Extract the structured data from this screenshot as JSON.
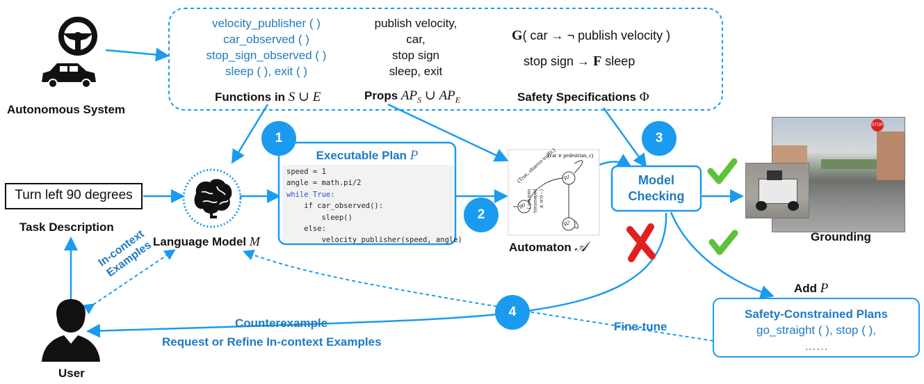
{
  "functions": {
    "items": [
      "velocity_publisher ( )",
      "car_observed ( )",
      "stop_sign_observed ( )",
      "sleep ( ), exit ( )"
    ],
    "caption_text": "Functions in",
    "caption_math": "S ∪ E"
  },
  "props": {
    "items": [
      "publish velocity,",
      "car,",
      "stop sign",
      "sleep, exit"
    ],
    "caption_text": "Props",
    "caption_math_ap": "AP",
    "caption_sub_s": "S",
    "caption_union": " ∪ ",
    "caption_sub_e": "E"
  },
  "safety": {
    "line1_op": "G",
    "line1_text": "( car  → ¬ publish velocity )",
    "line2_text": "stop sign  →",
    "line2_op": "F",
    "line2_tail": "sleep",
    "caption_text": "Safety Specifications",
    "caption_math": "Φ"
  },
  "autonomous_system": {
    "label": "Autonomous System"
  },
  "task": {
    "box_text": "Turn left 90 degrees",
    "label": "Task Description"
  },
  "language_model": {
    "label": "Language Model",
    "math": "M"
  },
  "plan": {
    "title": "Executable Plan",
    "math": "P",
    "code": [
      "speed = 1",
      "angle = math.pi/2",
      "while True:",
      "    if car_observed():",
      "        sleep()",
      "    else:",
      "        velocity_publisher(speed, angle)"
    ]
  },
  "automaton": {
    "label": "Automaton",
    "math": "𝒜",
    "state_q0": "q0",
    "state_q1": "q1",
    "state_q2": "q2",
    "edge_q0_q1": "(True, observe traffic)",
    "edge_q1_self": "(car ∨ pedestrian, ε)",
    "edge_q1_q2_a": "(¬ (car ∨",
    "edge_q1_q2_b": "pedestrian),",
    "edge_q1_q2_c": "turn left )"
  },
  "model_checking": {
    "line1": "Model",
    "line2": "Checking"
  },
  "grounding": {
    "label": "Grounding",
    "sign_text": "STOP"
  },
  "badges": [
    "1",
    "2",
    "3",
    "4"
  ],
  "add_p": {
    "text": "Add",
    "math": "P"
  },
  "safety_plans": {
    "title": "Safety-Constrained Plans",
    "line1": "go_straight ( ), stop ( ),",
    "line2": "……"
  },
  "labels": {
    "in_context": [
      "In-context",
      "Examples"
    ],
    "counterexample": "Counterexample",
    "request": "Request or Refine In-context Examples",
    "fine_tune": "Fine-tune",
    "user": "User"
  },
  "colors": {
    "accent": "#1a9bf0",
    "text_blue": "#1f7ac0",
    "check_green": "#5cc23a",
    "cross_red": "#e02020"
  }
}
